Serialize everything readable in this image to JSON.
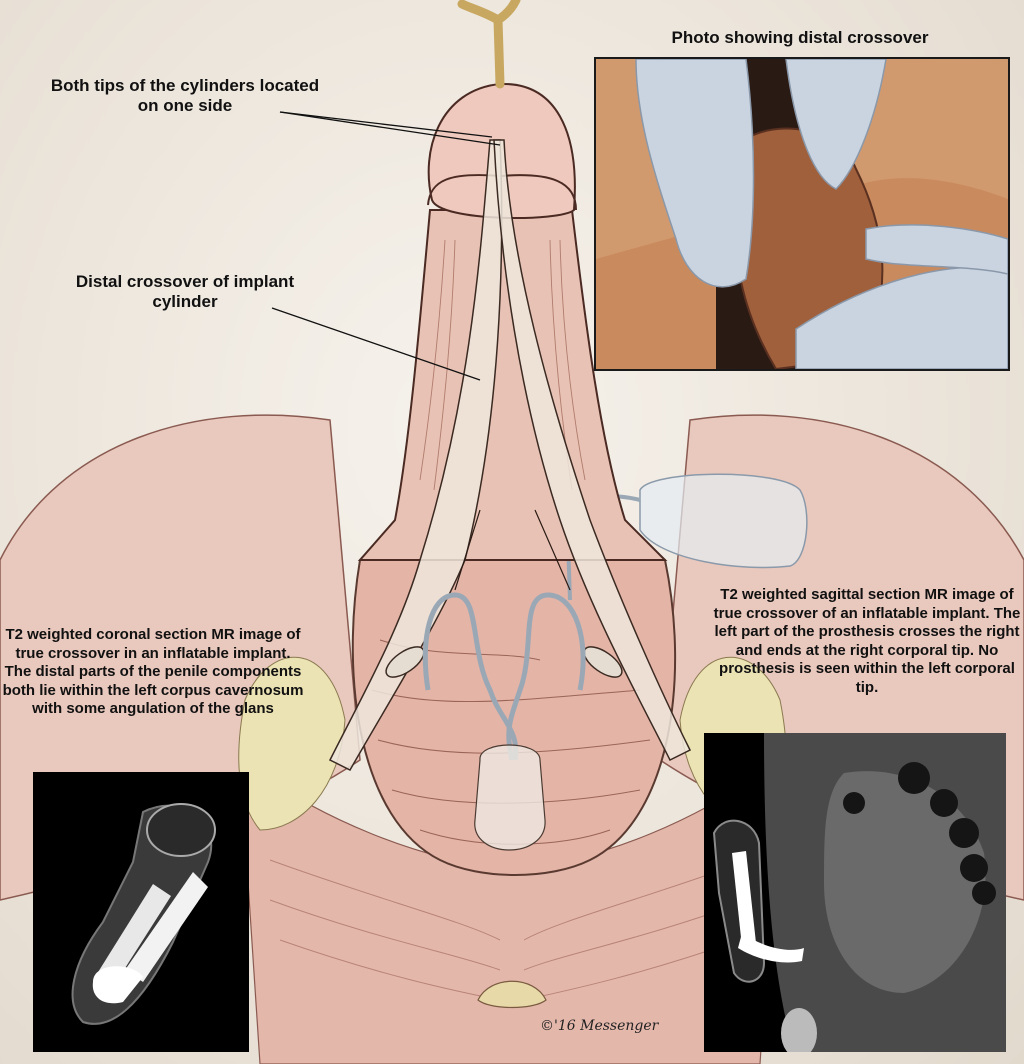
{
  "labels": {
    "cylinder_tips": "Both tips of the cylinders located on one side",
    "distal_crossover": "Distal crossover of implant cylinder",
    "photo_caption": "Photo showing distal crossover",
    "coronal_mr_caption": "T2 weighted coronal section MR image of true crossover in an inflatable implant. The distal parts of the penile components both lie within the left corpus cavernosum with some angulation of the glans",
    "sagittal_mr_caption": "T2 weighted sagittal section MR image of true crossover of an inflatable implant. The left part of the prosthesis crosses the right and ends at the right corporal tip. No prosthesis is seen within the left corporal tip.",
    "signature": "©'16 Messenger"
  },
  "colors": {
    "background": "#ece5db",
    "skin_pink": "#e8c4b6",
    "skin_shadow": "#c8978a",
    "implant": "#efe6dc",
    "glove": "#c9d4e0",
    "photo_skin": "#c98a5e",
    "mr_black": "#000000"
  }
}
